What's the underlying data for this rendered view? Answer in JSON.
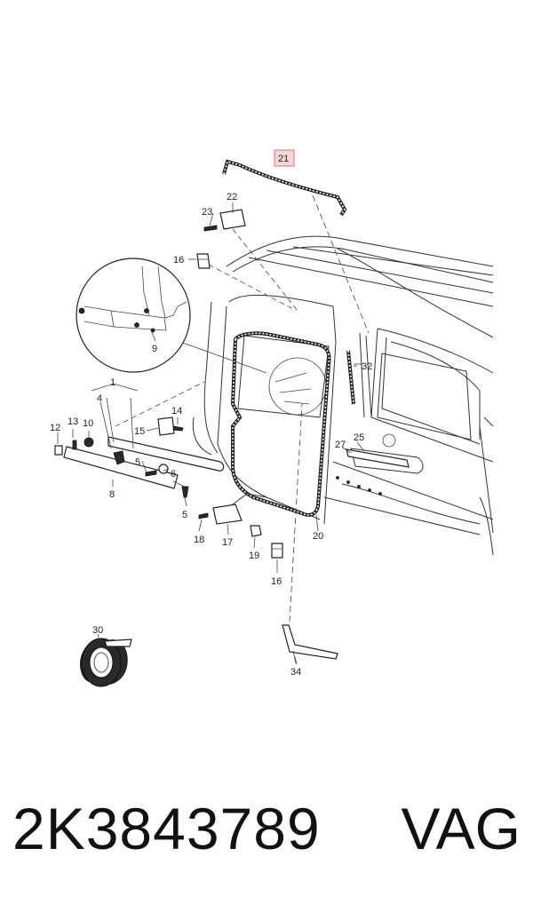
{
  "callouts": {
    "c1": "1",
    "c4": "4",
    "c5a": "5",
    "c5b": "5",
    "c6": "6",
    "c8": "8",
    "c9": "9",
    "c10": "10",
    "c12": "12",
    "c13": "13",
    "c14": "14",
    "c15": "15",
    "c16a": "16",
    "c16b": "16",
    "c17": "17",
    "c18": "18",
    "c19": "19",
    "c20": "20",
    "c21": "21",
    "c22": "22",
    "c23": "23",
    "c25": "25",
    "c27": "27",
    "c30": "30",
    "c32": "32",
    "c34": "34"
  },
  "highlight_color": "#e06c7a",
  "highlight_fill": "#f7d6da",
  "footer": {
    "part_number": "2K3843789",
    "brand": "VAG"
  }
}
